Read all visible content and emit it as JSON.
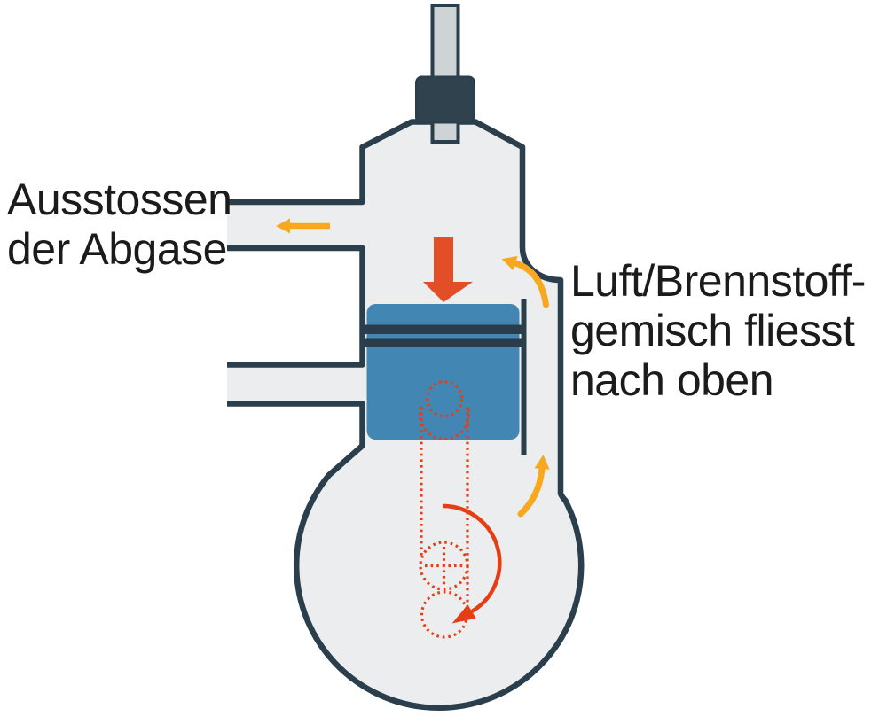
{
  "diagram": {
    "subject": "two-stroke-engine-cross-section",
    "state": "exhaust-and-transfer-stroke"
  },
  "labels": {
    "exhaust": {
      "lines": [
        "Ausstossen",
        "der Abgase"
      ]
    },
    "intake": {
      "lines": [
        "Luft/Brennstoff-",
        "gemisch fliesst",
        "nach oben"
      ]
    }
  },
  "icons": {
    "exhaust_arrow": "yellow-arrow-left",
    "compression_arrow": "red-arrow-down",
    "transfer_upper_arrow": "yellow-curved-arrow-up-left",
    "transfer_lower_arrow": "yellow-curved-arrow-up",
    "crank_rotation_arrow": "red-semicircular-arrow-clockwise",
    "crankshaft_outline": "red-dotted-circles-with-crosshair",
    "connecting_rod_outline": "red-dotted-parallel-lines"
  },
  "colors": {
    "background": "#ffffff",
    "body_fill": "#ebedee",
    "outline": "#2b3e4c",
    "piston_blue": "#4286b3",
    "ring_dark": "#2b3c4a",
    "arrow_red": "#e24e26",
    "crank_red": "#e63e14",
    "arrow_yellow": "#f8a81f",
    "plug_metal": "#ced3d5",
    "plug_body": "#2f424e",
    "text": "#1b1b1b"
  }
}
